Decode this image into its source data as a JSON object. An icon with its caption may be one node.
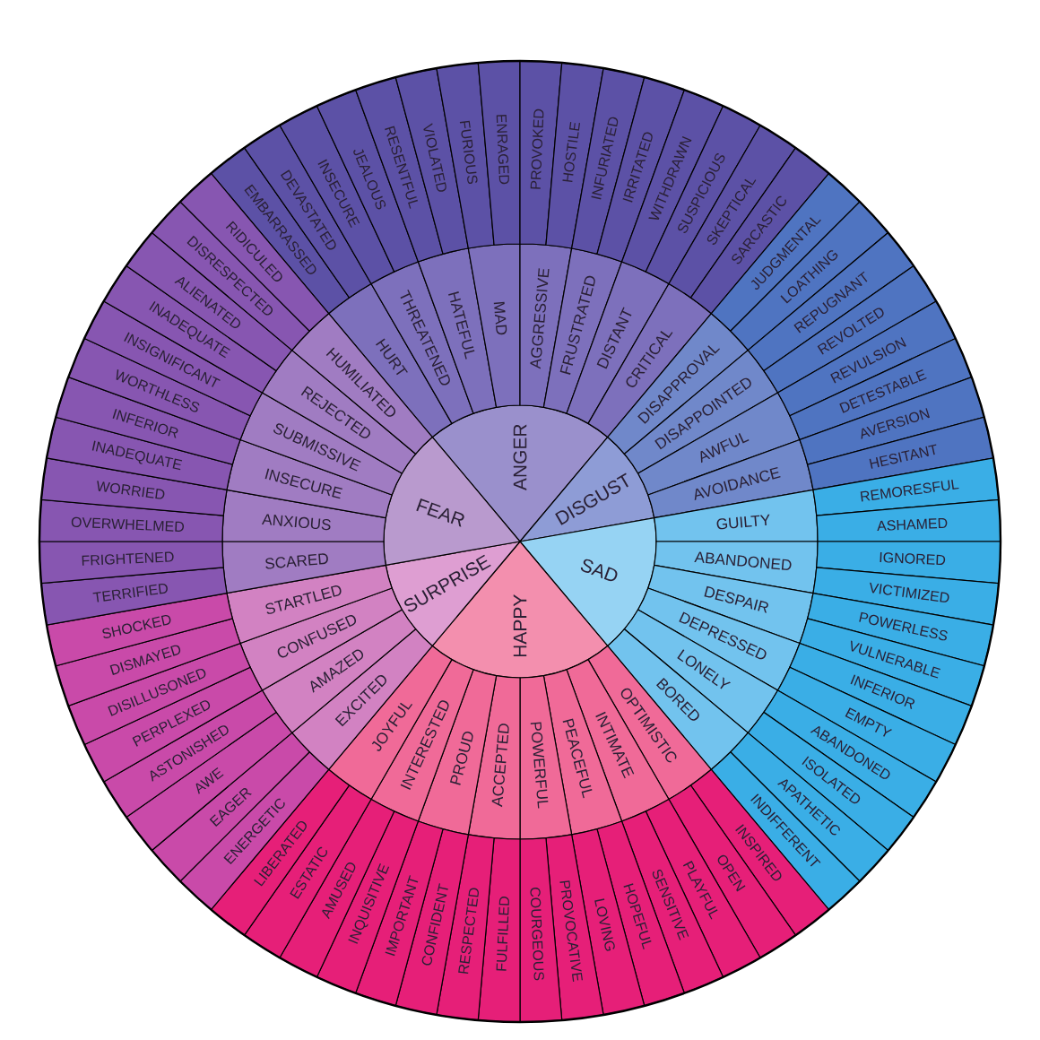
{
  "diagram": {
    "nodes": [
      {
        "text": [
          "ANGER"
        ]
      },
      {
        "text": [
          "DISGUST"
        ]
      },
      {
        "text": [
          "SAD"
        ]
      },
      {
        "text": [
          "HAPPY"
        ]
      },
      {
        "text": [
          "SURPRISE"
        ]
      },
      {
        "text": [
          "FEAR"
        ]
      },
      {
        "text": [
          "HURT"
        ]
      },
      {
        "text": [
          "THREATENED"
        ]
      },
      {
        "text": [
          "HATEFUL"
        ]
      },
      {
        "text": [
          "MAD"
        ]
      },
      {
        "text": [
          "AGGRESSIVE"
        ]
      },
      {
        "text": [
          "FRUSTRATED"
        ]
      },
      {
        "text": [
          "DISTANT"
        ]
      },
      {
        "text": [
          "CRITICAL"
        ]
      },
      {
        "text": [
          "DISAPPROVAL"
        ]
      },
      {
        "text": [
          "DISAPPOINTED"
        ]
      },
      {
        "text": [
          "AWFUL"
        ]
      },
      {
        "text": [
          "AVOIDANCE"
        ]
      },
      {
        "text": [
          "GUILTY"
        ]
      },
      {
        "text": [
          "ABANDONED"
        ]
      },
      {
        "text": [
          "DESPAIR"
        ]
      },
      {
        "text": [
          "DEPRESSED"
        ]
      },
      {
        "text": [
          "LONELY"
        ]
      },
      {
        "text": [
          "BORED"
        ]
      },
      {
        "text": [
          "OPTIMISTIC"
        ]
      },
      {
        "text": [
          "INTIMATE"
        ]
      },
      {
        "text": [
          "PEACEFUL"
        ]
      },
      {
        "text": [
          "POWERFUL"
        ]
      },
      {
        "text": [
          "ACCEPTED"
        ]
      },
      {
        "text": [
          "PROUD"
        ]
      },
      {
        "text": [
          "INTERESTED"
        ]
      },
      {
        "text": [
          "JOYFUL"
        ]
      },
      {
        "text": [
          "EXCITED"
        ]
      },
      {
        "text": [
          "AMAZED"
        ]
      },
      {
        "text": [
          "CONFUSED"
        ]
      },
      {
        "text": [
          "STARTLED"
        ]
      },
      {
        "text": [
          "SCARED"
        ]
      },
      {
        "text": [
          "ANXIOUS"
        ]
      },
      {
        "text": [
          "INSECURE"
        ]
      },
      {
        "text": [
          "SUBMISSIVE"
        ]
      },
      {
        "text": [
          "REJECTED"
        ]
      },
      {
        "text": [
          "HUMILIATED"
        ]
      },
      {
        "text": [
          "EMBARRASSED"
        ]
      },
      {
        "text": [
          "DEVASTATED"
        ]
      },
      {
        "text": [
          "INSECURE"
        ]
      },
      {
        "text": [
          "JEALOUS"
        ]
      },
      {
        "text": [
          "RESENTFUL"
        ]
      },
      {
        "text": [
          "VIOLATED"
        ]
      },
      {
        "text": [
          "FURIOUS"
        ]
      },
      {
        "text": [
          "ENRAGED"
        ]
      },
      {
        "text": [
          "PROVOKED"
        ]
      },
      {
        "text": [
          "HOSTILE"
        ]
      },
      {
        "text": [
          "INFURIATED"
        ]
      },
      {
        "text": [
          "IRRITATED"
        ]
      },
      {
        "text": [
          "WITHDRAWN"
        ]
      },
      {
        "text": [
          "SUSPICIOUS"
        ]
      },
      {
        "text": [
          "SKEPTICAL"
        ]
      },
      {
        "text": [
          "SARCASTIC"
        ]
      },
      {
        "text": [
          "JUDGMENTAL"
        ]
      },
      {
        "text": [
          "LOATHING"
        ]
      },
      {
        "text": [
          "REPUGNANT"
        ]
      },
      {
        "text": [
          "REVOLTED"
        ]
      },
      {
        "text": [
          "REVULSION"
        ]
      },
      {
        "text": [
          "DETESTABLE"
        ]
      },
      {
        "text": [
          "AVERSION"
        ]
      },
      {
        "text": [
          "HESITANT"
        ]
      },
      {
        "text": [
          "REMORESFUL"
        ]
      },
      {
        "text": [
          "ASHAMED"
        ]
      },
      {
        "text": [
          "IGNORED"
        ]
      },
      {
        "text": [
          "VICTIMIZED"
        ]
      },
      {
        "text": [
          "POWERLESS"
        ]
      },
      {
        "text": [
          "VULNERABLE"
        ]
      },
      {
        "text": [
          "INFERIOR"
        ]
      },
      {
        "text": [
          "EMPTY"
        ]
      },
      {
        "text": [
          "ABANDONED"
        ]
      },
      {
        "text": [
          "ISOLATED"
        ]
      },
      {
        "text": [
          "APATHETIC"
        ]
      },
      {
        "text": [
          "INDIFFERENT"
        ]
      },
      {
        "text": [
          "INSPIRED"
        ]
      },
      {
        "text": [
          "OPEN"
        ]
      },
      {
        "text": [
          "PLAYFUL"
        ]
      },
      {
        "text": [
          "SENSITIVE"
        ]
      },
      {
        "text": [
          "HOPEFUL"
        ]
      },
      {
        "text": [
          "LOVING"
        ]
      },
      {
        "text": [
          "PROVOCATIVE"
        ]
      },
      {
        "text": [
          "COURGEOUS"
        ]
      },
      {
        "text": [
          "FULFILLED"
        ]
      },
      {
        "text": [
          "RESPECTED"
        ]
      },
      {
        "text": [
          "CONFIDENT"
        ]
      },
      {
        "text": [
          "IMPORTANT"
        ]
      },
      {
        "text": [
          "INQUISITIVE"
        ]
      },
      {
        "text": [
          "AMUSED"
        ]
      },
      {
        "text": [
          "ESTATIC"
        ]
      },
      {
        "text": [
          "LIBERATED"
        ]
      },
      {
        "text": [
          "ENERGETIC"
        ]
      },
      {
        "text": [
          "EAGER"
        ]
      },
      {
        "text": [
          "AWE"
        ]
      },
      {
        "text": [
          "ASTONISHED"
        ]
      },
      {
        "text": [
          "PERPLEXED"
        ]
      },
      {
        "text": [
          "DISILLUSONED"
        ]
      },
      {
        "text": [
          "DISMAYED"
        ]
      },
      {
        "text": [
          "SHOCKED"
        ]
      },
      {
        "text": [
          "TERRIFIED"
        ]
      },
      {
        "text": [
          "FRIGHTENED"
        ]
      },
      {
        "text": [
          "OVERWHELMED"
        ]
      },
      {
        "text": [
          "WORRIED"
        ]
      },
      {
        "text": [
          "INADEQUATE"
        ]
      },
      {
        "text": [
          "INFERIOR"
        ]
      },
      {
        "text": [
          "WORTHLESS"
        ]
      },
      {
        "text": [
          "INSIGNIFICANT"
        ]
      },
      {
        "text": [
          "INADEQUATE"
        ]
      },
      {
        "text": [
          "ALIENATED"
        ]
      },
      {
        "text": [
          "DISRESPECTED"
        ]
      },
      {
        "text": [
          "RIDICULED"
        ]
      }
    ]
  }
}
